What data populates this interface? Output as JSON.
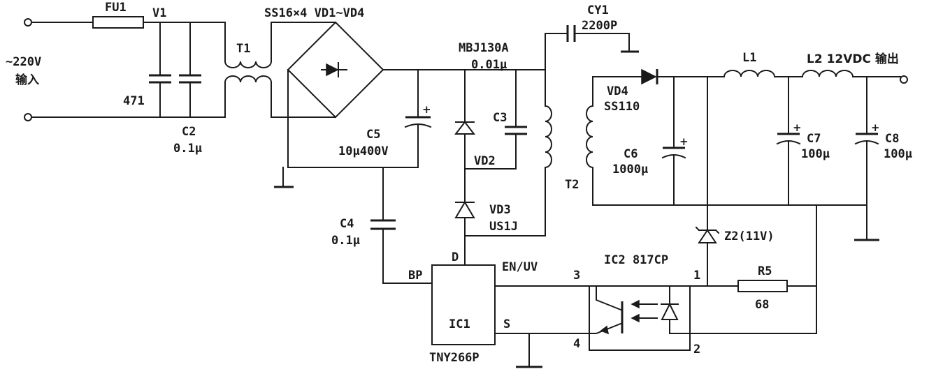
{
  "labels": {
    "fu1": "FU1",
    "v1": "V1",
    "input_v": "~220V",
    "input_cn": "输入",
    "c_471": "471",
    "c2": "C2",
    "c2_val": "0.1μ",
    "t1": "T1",
    "bridge": "SS16×4 VD1~VD4",
    "mbj": "MBJ130A",
    "mbj_val": "0.01μ",
    "cy1": "CY1",
    "cy1_val": "2200P",
    "c5": "C5",
    "c5_val": "10μ400V",
    "c3": "C3",
    "vd2": "VD2",
    "vd3": "VD3",
    "vd3_part": "US1J",
    "c4": "C4",
    "c4_val": "0.1μ",
    "vd4": "VD4",
    "vd4_part": "SS110",
    "c6": "C6",
    "c6_val": "1000μ",
    "t2": "T2",
    "l1": "L1",
    "l2_out": "L2 12VDC 输出",
    "c7": "C7",
    "c7_val": "100μ",
    "c8": "C8",
    "c8_val": "100μ",
    "z2": "Z2(11V)",
    "r5": "R5",
    "r5_val": "68",
    "ic1": "IC1",
    "ic1_part": "TNY266P",
    "pin_bp": "BP",
    "pin_d": "D",
    "pin_en": "EN/UV",
    "pin_s": "S",
    "ic2": "IC2 817CP",
    "pin_1": "1",
    "pin_2": "2",
    "pin_3": "3",
    "pin_4": "4",
    "plus": "+"
  }
}
